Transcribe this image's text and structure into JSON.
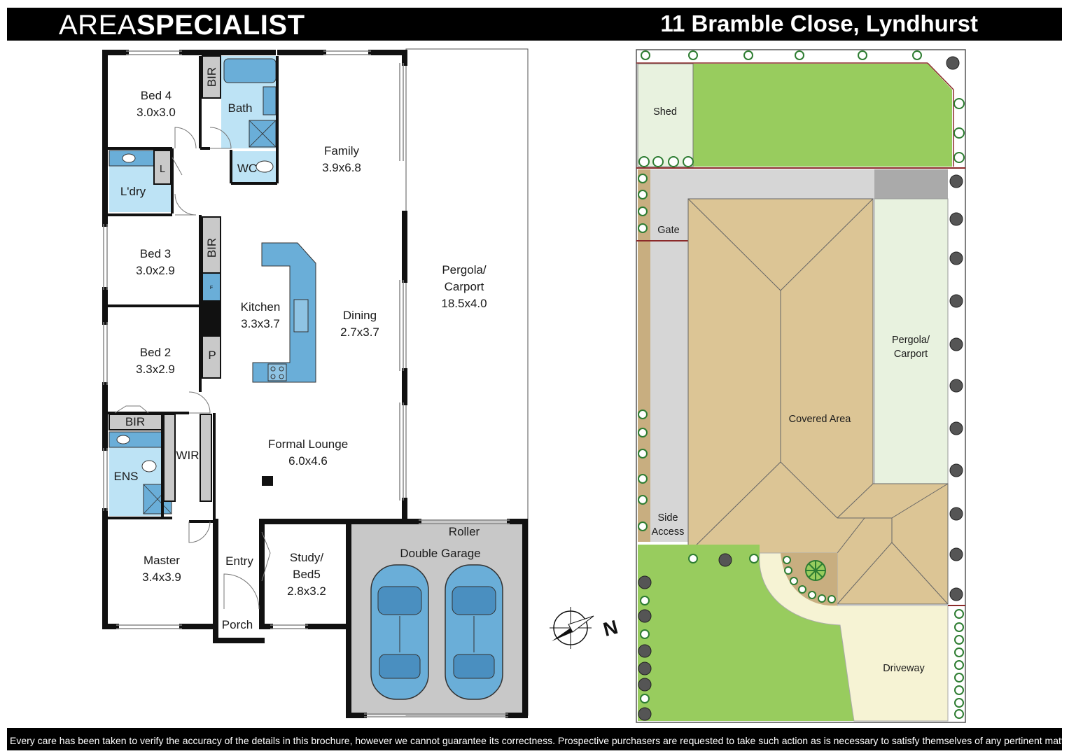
{
  "header": {
    "brand_light": "AREA",
    "brand_bold": "SPECIALIST",
    "address": "11 Bramble Close, Lyndhurst"
  },
  "floorplan": {
    "rooms": {
      "bed4": {
        "name": "Bed 4",
        "size": "3.0x3.0"
      },
      "bath": {
        "name": "Bath"
      },
      "wc": {
        "name": "WC"
      },
      "bir_top": {
        "name": "BIR"
      },
      "laundry": {
        "name": "L'dry"
      },
      "linen": {
        "name": "L"
      },
      "family": {
        "name": "Family",
        "size": "3.9x6.8"
      },
      "bed3": {
        "name": "Bed 3",
        "size": "3.0x2.9"
      },
      "bir_mid": {
        "name": "BIR"
      },
      "fridge": {
        "name": "F"
      },
      "kitchen": {
        "name": "Kitchen",
        "size": "3.3x3.7"
      },
      "dining": {
        "name": "Dining",
        "size": "2.7x3.7"
      },
      "pergola": {
        "name_line1": "Pergola/",
        "name_line2": "Carport",
        "size": "18.5x4.0"
      },
      "bed2": {
        "name": "Bed 2",
        "size": "3.3x2.9"
      },
      "pantry": {
        "name": "P"
      },
      "bir_low": {
        "name": "BIR"
      },
      "wir": {
        "name": "WIR"
      },
      "ens": {
        "name": "ENS"
      },
      "lounge": {
        "name": "Formal Lounge",
        "size": "6.0x4.6"
      },
      "master": {
        "name": "Master",
        "size": "3.4x3.9"
      },
      "entry": {
        "name": "Entry"
      },
      "porch": {
        "name": "Porch"
      },
      "study": {
        "name_line1": "Study/",
        "name_line2": "Bed5",
        "size": "2.8x3.2"
      },
      "garage": {
        "roller": "Roller",
        "name": "Double Garage"
      }
    }
  },
  "compass": {
    "letter": "N"
  },
  "siteplan": {
    "shed": "Shed",
    "gate": "Gate",
    "side_access_line1": "Side",
    "side_access_line2": "Access",
    "covered_area": "Covered Area",
    "pergola_line1": "Pergola/",
    "pergola_line2": "Carport",
    "driveway": "Driveway"
  },
  "colors": {
    "wall": "#111111",
    "wet_area": "#bde3f5",
    "fixture": "#6aaed8",
    "garage": "#c8c8c8",
    "car": "#6aaed8",
    "lawn": "#98cc5e",
    "paving": "#e8f2df",
    "concrete": "#d6d6d6",
    "roof": "#dcc595",
    "driveway": "#f6f3d4"
  },
  "footer": {
    "disclaimer": "Every care has been taken to verify the accuracy of the details in this brochure, however we cannot guarantee its correctness. Prospective purchasers are requested to take such action as is necessary to satisfy themselves of any pertinent matters."
  }
}
